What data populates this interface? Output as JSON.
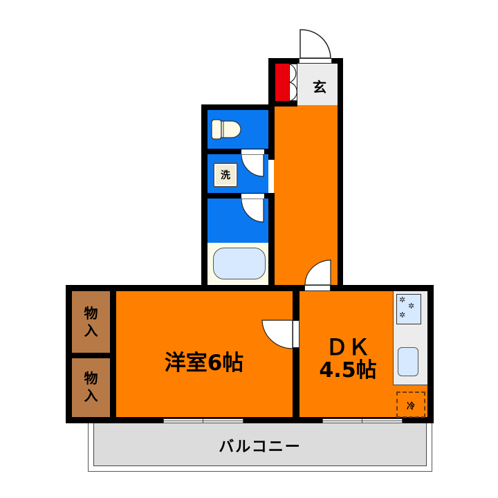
{
  "floor_plan": {
    "rooms": {
      "entrance": {
        "label": "玄"
      },
      "western_room": {
        "label": "洋室6帖",
        "type": "洋室",
        "size_jo": 6
      },
      "dk": {
        "label_line1": "ＤＫ",
        "label_line2": "4.5帖",
        "type": "DK",
        "size_jo": 4.5
      },
      "closet_upper": {
        "label_line1": "物",
        "label_line2": "入"
      },
      "closet_lower": {
        "label_line1": "物",
        "label_line2": "入"
      },
      "balcony": {
        "label": "バルコニー"
      },
      "washer": {
        "label": "洗"
      },
      "fridge": {
        "label": "冷"
      }
    },
    "fixtures": [
      "toilet",
      "washing-machine-space",
      "bathtub",
      "stove",
      "sink",
      "refrigerator-space",
      "shoe-cabinet"
    ],
    "colors": {
      "room_floor": "#ff8000",
      "wet_area": "#0a78f0",
      "closet": "#b77a47",
      "balcony": "#dcdcdc",
      "shoe_cabinet": "#e8000b",
      "wall": "#000000"
    }
  }
}
